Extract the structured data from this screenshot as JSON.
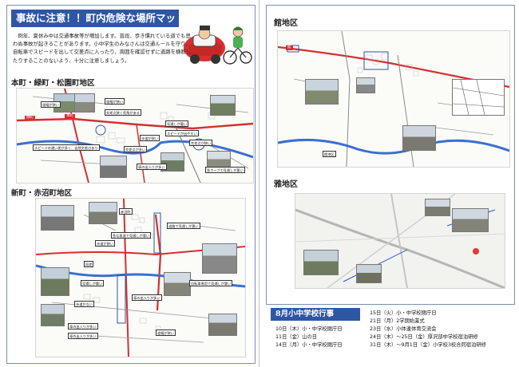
{
  "title": "事故に注意！！町内危険な場所マップ",
  "intro": "例年、夏休み中は交通事故等が増加します。普段、歩き慣れている道でも思わぬ事故が起きることがあります。小中学生のみなさんは交通ルールを守り、自転車でスピードを出して交差点に入ったり、周囲を確認せずに道路を横断したりすることのないよう、十分に注意しましょう。",
  "sections": {
    "honcho": "本町・緑町・松園町地区",
    "shinmachi": "新町・赤沼町地区",
    "tate": "館地区",
    "yadoi": "雅地区"
  },
  "honcho_labels": [
    "道幅が狭い",
    "道幅が狭い",
    "交差点狭く死角がある",
    "見通しが悪い",
    "スピードが出やすい",
    "歩道が狭い",
    "スピードの違い差が多く、自然交差点あり",
    "交差点が多い",
    "車の出入りが多い",
    "急カーブで見通しが悪い",
    "交差点が狭い"
  ],
  "shinmachi_labels": [
    "赤沼町",
    "急な坂道で見通しが悪い",
    "道路で見通しが悪い",
    "歩道が狭い",
    "段差",
    "見通しが悪い",
    "車の出入りが多い",
    "歩道がない",
    "自転車専用で見通しが悪い",
    "車の出入りが多い",
    "車の出入りが多い",
    "道幅が狭い"
  ],
  "map_place_labels": {
    "honcho_a": "本町",
    "honcho_b": "緑町",
    "tate_a": "館",
    "tate_b": "館地区"
  },
  "schedule": {
    "title": "8月小中学校行事",
    "left": [
      "10日（木）小・中学校閉庁日",
      "11日（金）山の日",
      "14日（月）小・中学校閉庁日"
    ],
    "right": [
      "15日（火）小・中学校閉庁日",
      "21日（月）2学期始業式",
      "23日（水）小体連体育交流会",
      "24日（木）～25日（金）厚沢部中学校宿泊研修",
      "31日（木）～9月1日（金）小学校3校合同宿泊研修"
    ]
  },
  "colors": {
    "title_bg": "#2f56a2",
    "road_red": "#d23030",
    "river_blue": "#3a6fd0"
  }
}
